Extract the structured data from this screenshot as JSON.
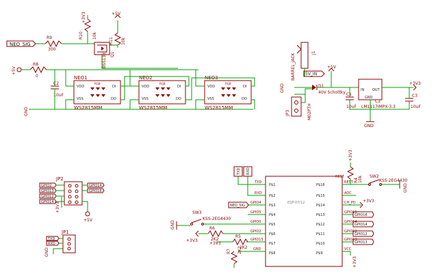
{
  "colors": {
    "wire": "#00a000",
    "part": "#8b0000",
    "text": "#222222",
    "background": "#ffffff"
  },
  "labels": {
    "neo_sig": "NEO_SIG",
    "v3v3": "+3V3",
    "v5": "+5V",
    "gnd": "GND",
    "vcc": "VCC",
    "txd": "TXD",
    "rxd": "RXD",
    "v5_in": "5V_IN",
    "ch_pd": "CH_PD",
    "rest": "REST",
    "adc": "ADC"
  },
  "parts": {
    "r9": {
      "ref": "R9",
      "value": "300"
    },
    "r10": {
      "ref": "R10",
      "value": "10k"
    },
    "r11": {
      "ref": "R11",
      "value": "10k"
    },
    "r8": {
      "ref": "R8",
      "value": "0"
    },
    "q1": {
      "ref": "Q1",
      "value": "BSS138"
    },
    "c2": {
      "ref": "C2",
      "value": "10uF"
    },
    "neo1": {
      "ref": "NEO1",
      "value": "WS2815MM"
    },
    "neo2": {
      "ref": "NEO2",
      "value": "WS2815MM"
    },
    "neo3": {
      "ref": "NEO3",
      "value": "WS2815MM"
    },
    "led_pins": {
      "vdd": "VDD",
      "vss": "VSS",
      "di": "DI",
      "do": "DO",
      "rgb": "RGB"
    },
    "j1": {
      "ref": "J1",
      "value": "BARREL_JACK"
    },
    "d1": {
      "ref": "D1",
      "value": "40V Schottky"
    },
    "jp3": {
      "ref": "JP3",
      "value": "M02PTH"
    },
    "c1": {
      "ref": "C1",
      "value": "10uF"
    },
    "c3": {
      "ref": "C3",
      "value": "10uF"
    },
    "u2": {
      "ref": "C2",
      "value": "LM1117IMPX-3.3",
      "pins": [
        "IN",
        "OUT",
        "GND"
      ]
    },
    "jp2": {
      "ref": "JP2",
      "left_pins": [
        "GPIO2",
        "GPIO13",
        "GPIO12",
        "GPIO14"
      ],
      "right_pins": [
        "GPIO14",
        "GPIO16"
      ]
    },
    "jp1": {
      "ref": "JP1",
      "pins": [
        "TXD",
        "RXD",
        "GND"
      ]
    },
    "u1": {
      "value": "ESP-07/12",
      "left_pins": [
        "P$1",
        "P$2",
        "P$3",
        "P$4",
        "P$5",
        "P$6",
        "P$7",
        "P$8"
      ],
      "right_pins": [
        "P$16",
        "P$15",
        "P$14",
        "P$13",
        "P$12",
        "P$11",
        "P$10",
        "P$9"
      ],
      "left_nets": [
        "TXD",
        "RXD",
        "GPIO4",
        "GPIO5",
        "GPIO0",
        "GPIO2",
        "GPIO15",
        "GND"
      ],
      "right_nets": [
        "REST",
        "ADC",
        "CH_PD",
        "GPIO16",
        "GPIO14",
        "GPIO12",
        "GPIO13",
        "VCC"
      ],
      "neo_net": "NEO_SIG"
    },
    "sw3": {
      "ref": "SW3",
      "value": "KSS-2EG4430"
    },
    "sw2": {
      "ref": "SW2",
      "value": "KSS-2EG4430"
    },
    "r6": {
      "ref": "R6",
      "value": "2K2"
    },
    "r5": {
      "ref": "R5",
      "value": "2K2"
    },
    "r7": {
      "ref": "R7",
      "value": "2K2"
    },
    "r4": {
      "ref": "R4",
      "value": "10k"
    }
  }
}
